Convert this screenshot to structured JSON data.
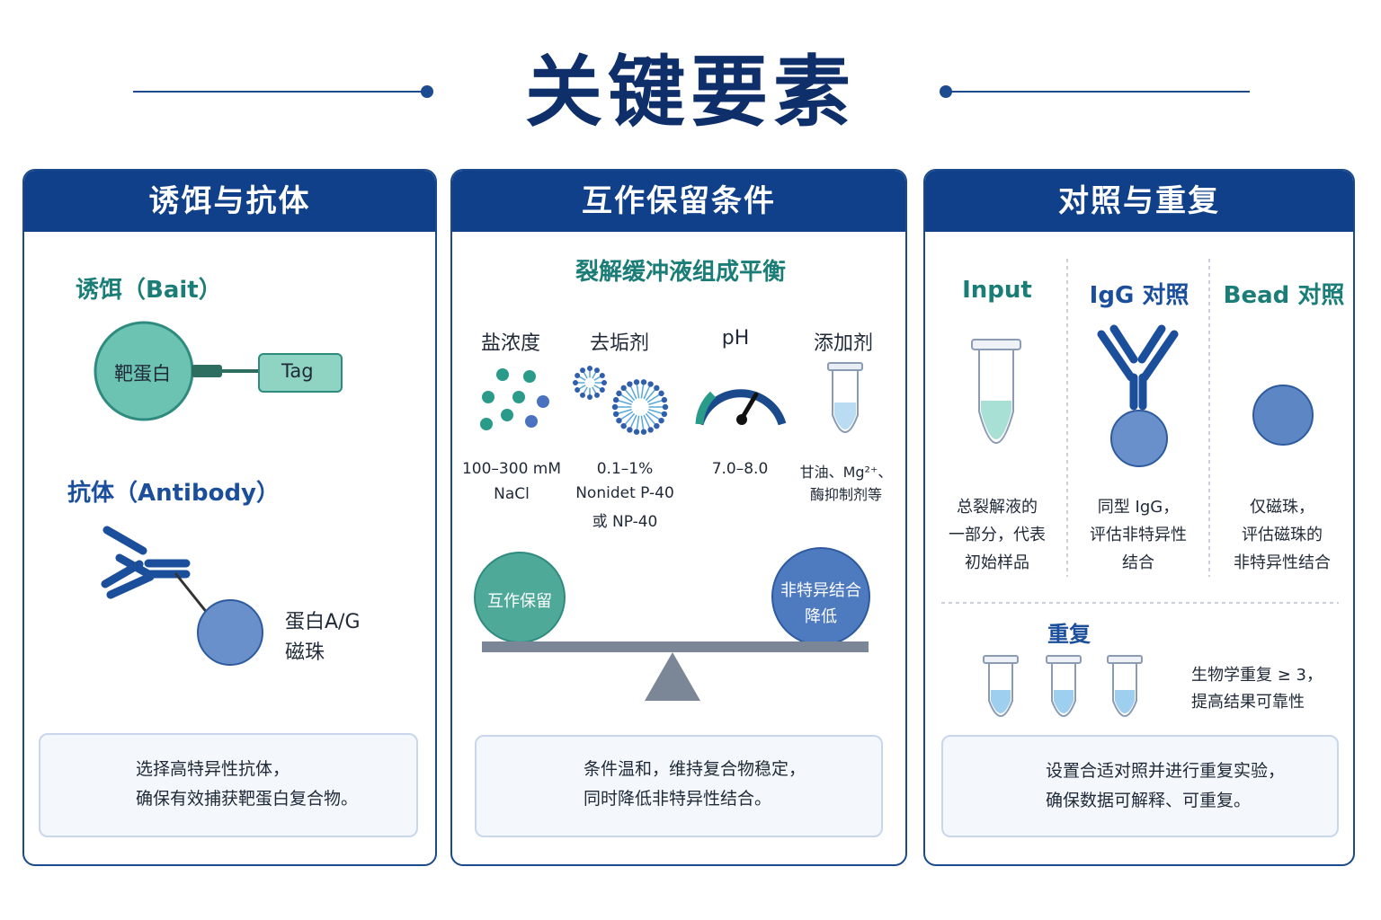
{
  "title": "关键要素",
  "colors": {
    "navy": "#0f4089",
    "teal": "#5bb8a6",
    "blue_bead": "#5d86c4",
    "dark_teal": "#1b7d77"
  },
  "panel1": {
    "header": "诱饵与抗体",
    "bait_heading": "诱饵（Bait）",
    "target_protein": "靶蛋白",
    "tag": "Tag",
    "antibody_heading": "抗体（Antibody）",
    "bead_label_line1": "蛋白A/G",
    "bead_label_line2": "磁珠",
    "note_icon": "checkbox-icon",
    "note_line1": "选择高特异性抗体，",
    "note_line2": "确保有效捕获靶蛋白复合物。"
  },
  "panel2": {
    "header": "互作保留条件",
    "subtitle": "裂解缓冲液组成平衡",
    "factors": [
      {
        "name": "盐浓度",
        "icon": "salt-dots-icon",
        "value_line1": "100–300 mM",
        "value_line2": "NaCl",
        "value_line3": ""
      },
      {
        "name": "去垢剂",
        "icon": "micelle-icon",
        "value_line1": "0.1–1%",
        "value_line2": "Nonidet P-40",
        "value_line3": "或 NP-40"
      },
      {
        "name": "pH",
        "icon": "gauge-icon",
        "value_line1": "7.0–8.0",
        "value_line2": "",
        "value_line3": ""
      },
      {
        "name": "添加剂",
        "icon": "tube-icon",
        "value_line1": "甘油、Mg²⁺、",
        "value_line2": "酶抑制剂等",
        "value_line3": ""
      }
    ],
    "balance_left": "互作保留",
    "balance_right_line1": "非特异结合",
    "balance_right_line2": "降低",
    "note_icon": "flask-icon",
    "note_line1": "条件温和，维持复合物稳定，",
    "note_line2": "同时降低非特异性结合。"
  },
  "panel3": {
    "header": "对照与重复",
    "controls": [
      {
        "name": "Input",
        "icon": "input-tube-icon",
        "desc_line1": "总裂解液的",
        "desc_line2": "一部分，代表",
        "desc_line3": "初始样品"
      },
      {
        "name": "IgG 对照",
        "icon": "igg-antibody-bead-icon",
        "desc_line1": "同型 IgG，",
        "desc_line2": "评估非特异性",
        "desc_line3": "结合"
      },
      {
        "name": "Bead 对照",
        "icon": "bead-icon",
        "desc_line1": "仅磁珠，",
        "desc_line2": "评估磁珠的",
        "desc_line3": "非特异性结合"
      }
    ],
    "replicate_heading": "重复",
    "replicate_line1": "生物学重复 ≥ 3，",
    "replicate_line2": "提高结果可靠性",
    "note_icon": "bar-chart-icon",
    "note_line1": "设置合适对照并进行重复实验，",
    "note_line2": "确保数据可解释、可重复。"
  }
}
